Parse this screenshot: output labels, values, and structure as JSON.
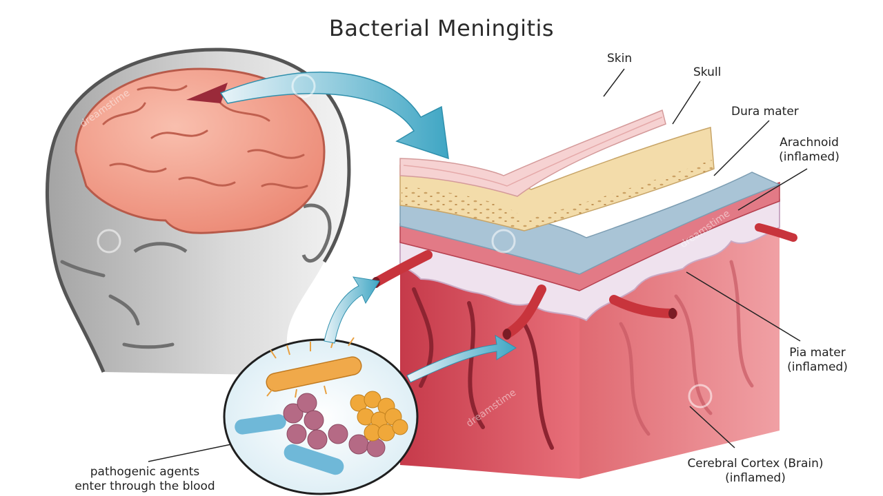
{
  "title": "Bacterial Meningitis",
  "labels": {
    "skin": "Skin",
    "skull": "Skull",
    "dura": "Dura mater",
    "arachnoid": "Arachnoid",
    "arachnoid_note": "(inflamed)",
    "pia": "Pia mater",
    "pia_note": "(inflamed)",
    "cortex": "Cerebral Cortex (Brain)",
    "cortex_note": "(inflamed)",
    "pathogen_1": "pathogenic agents",
    "pathogen_2": "enter through the blood"
  },
  "watermark": "dreamstime",
  "colors": {
    "skin": "#f6d2d2",
    "skull": "#f3dcaa",
    "dura": "#a9c4d6",
    "arachnoid": "#e27a86",
    "pia": "#efe2ee",
    "cortex": "#d9545f",
    "arrow": "#3fa6c4",
    "brain": "#f4a28f"
  }
}
